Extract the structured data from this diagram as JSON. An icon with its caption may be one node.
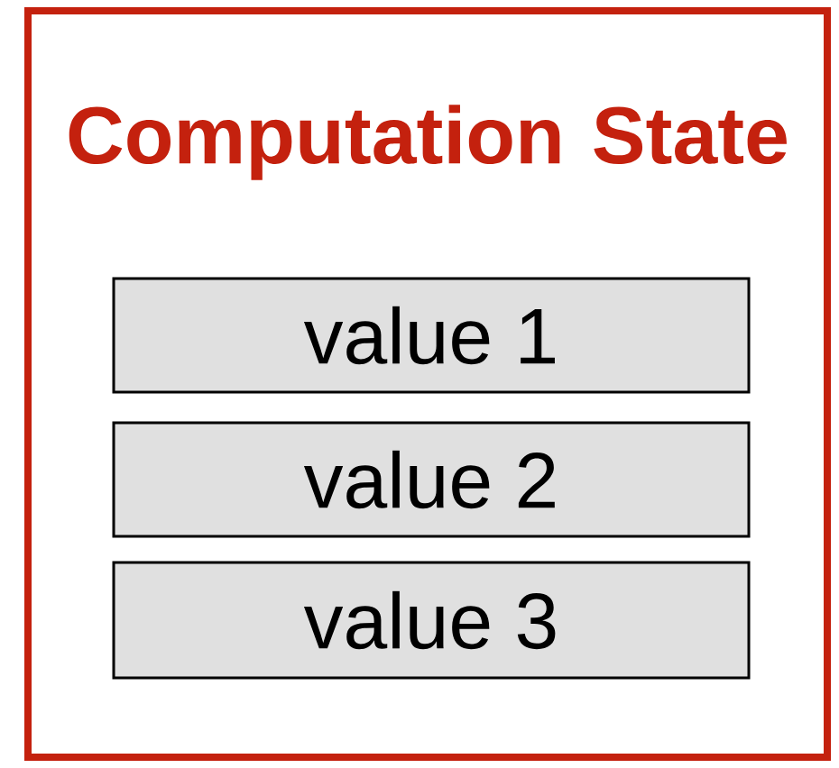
{
  "diagram": {
    "nodes": [
      {
        "text": [
          "Computation State"
        ]
      },
      {
        "text": [
          "value 1"
        ],
        "in": 0
      },
      {
        "text": [
          "value 2"
        ],
        "in": 0
      },
      {
        "text": [
          "value 3"
        ],
        "in": 0
      }
    ]
  }
}
